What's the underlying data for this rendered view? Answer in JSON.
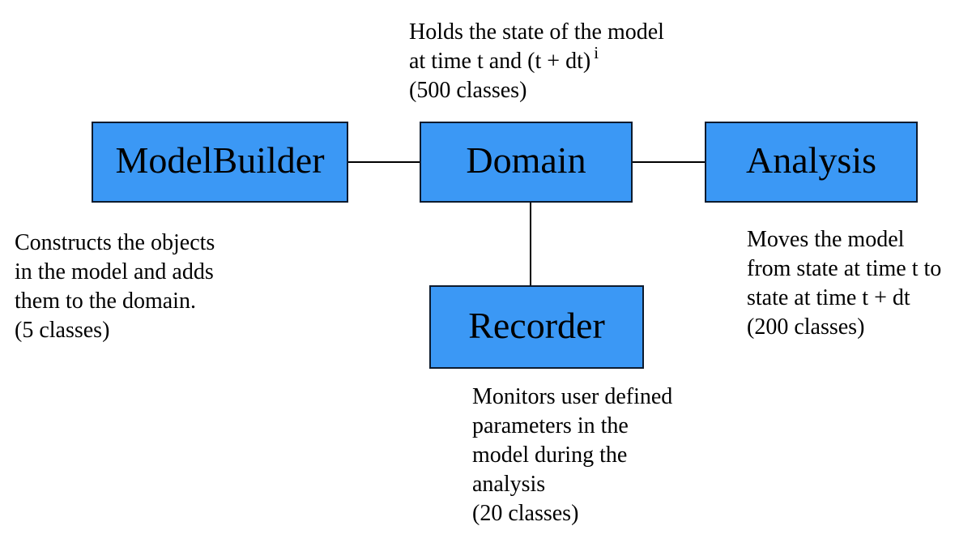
{
  "colors": {
    "background": "#ffffff",
    "box_fill": "#3b98f5",
    "box_border": "#0d1b2e",
    "connector": "#000000",
    "text": "#000000"
  },
  "nodes": {
    "modelbuilder": {
      "label": "ModelBuilder"
    },
    "domain": {
      "label": "Domain"
    },
    "analysis": {
      "label": "Analysis"
    },
    "recorder": {
      "label": "Recorder"
    }
  },
  "notes": {
    "domain": {
      "line1": "Holds the state of the model",
      "line2_base": "at time t and (t + dt)",
      "line2_sup": "i",
      "line3": "(500 classes)"
    },
    "modelbuilder": {
      "lines": [
        "Constructs the objects",
        "in the model and adds",
        "them to the domain.",
        "(5 classes)"
      ]
    },
    "analysis": {
      "lines": [
        "Moves the model",
        "from state at time t to",
        "state at time t + dt",
        "(200 classes)"
      ]
    },
    "recorder": {
      "lines": [
        "Monitors user defined",
        "parameters in the",
        "model during the",
        "analysis",
        "(20 classes)"
      ]
    }
  }
}
